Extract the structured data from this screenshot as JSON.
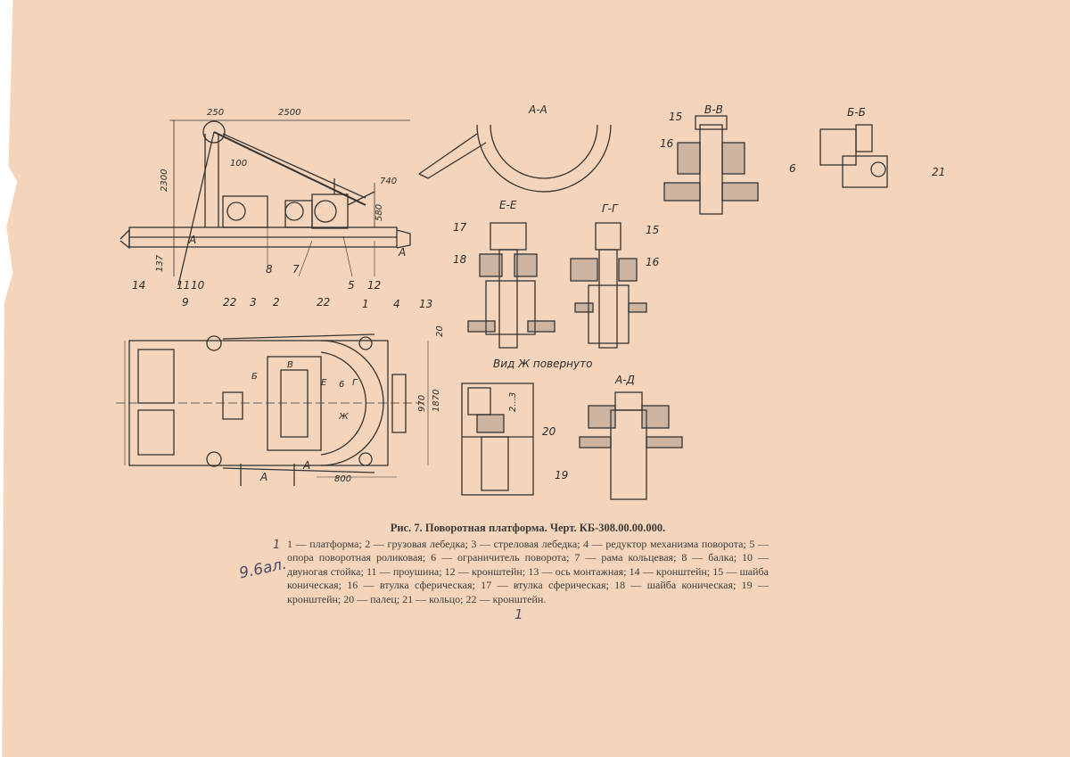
{
  "figure": {
    "caption_title": "Рис. 7. Поворотная платформа. Черт. КБ-308.00.00.000.",
    "caption_body": "1 — платформа; 2 — грузовая лебедка; 3 — стреловая лебедка; 4 — редуктор механизма поворота; 5 — опора поворотная роликовая; 6 — ограничитель поворота; 7 — рама кольцевая; 8 — балка; 10 — двуногая стойка; 11 — проушина; 12 — кронштейн; 13 — ось монтажная; 14 — кронштейн; 15 — шайба коническая; 16 — втулка сферическая; 17 — втулка сферическая; 18 — шайба коническая; 19 — кронштейн; 20 — палец; 21 — кольцо; 22 — кронштейн."
  },
  "section_labels": {
    "aa": "А-А",
    "vv": "В-В",
    "bb": "Б-Б",
    "ee": "Е-Е",
    "gg": "Г-Г",
    "ad": "А-Д",
    "view_zh": "Вид Ж повернуто"
  },
  "dimensions": {
    "d250": "250",
    "d2500": "2500",
    "d2300": "2300",
    "d100": "100",
    "d740": "740",
    "d580": "580",
    "d137": "137",
    "d20": "20",
    "d970": "970",
    "d1870": "1870",
    "d800": "800",
    "d2_3": "2...3"
  },
  "callouts": {
    "side": [
      "14",
      "11",
      "10",
      "8",
      "7",
      "5",
      "12"
    ],
    "top": [
      "9",
      "22",
      "3",
      "2",
      "22",
      "1",
      "4",
      "13"
    ],
    "vv": [
      "15",
      "16"
    ],
    "bb": [
      "6",
      "21"
    ],
    "ee": [
      "17",
      "18"
    ],
    "gg": [
      "15",
      "16"
    ],
    "zh": [
      "20",
      "19"
    ]
  },
  "letters": {
    "a1": "А",
    "a2": "А",
    "a3": "А",
    "a4": "А",
    "b": "Б",
    "v": "В",
    "e": "Е",
    "g": "Г",
    "zh": "Ж",
    "b6": "6"
  },
  "handwriting": {
    "note": "9.6ал.",
    "mark_1": "1",
    "mark_2": "1"
  }
}
